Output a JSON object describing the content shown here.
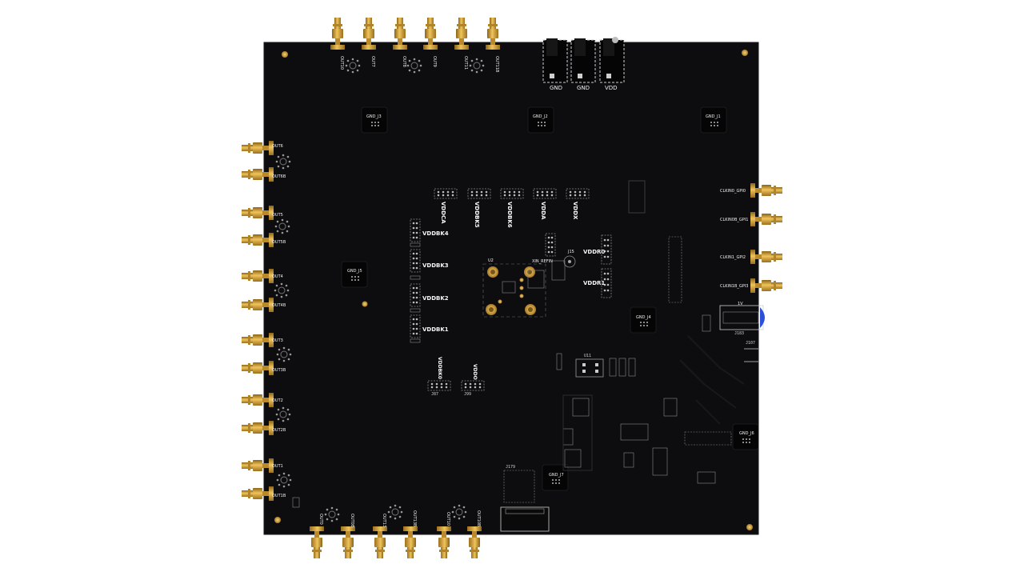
{
  "board": {
    "colors": {
      "pcb": "#0d0d0f",
      "gold": "#c8952e",
      "silk": "#f2f2f2",
      "background": "#ffffff"
    },
    "power_labels": [
      "GND",
      "GND",
      "VDD"
    ],
    "gnd_pads": [
      "GND_J3",
      "GND_J2",
      "GND_J1",
      "GND_J5",
      "GND_J4",
      "GND_J6",
      "GND_J7"
    ],
    "top_outputs": [
      "OUT10",
      "OUT7",
      "OUT8",
      "OUT9",
      "OUT11",
      "OUT11B"
    ],
    "left_outputs": [
      "OUT6",
      "OUT6B",
      "OUT5",
      "OUT5B",
      "OUT4",
      "OUT4B",
      "OUT3",
      "OUT3B",
      "OUT2",
      "OUT2B",
      "OUT1",
      "OUT1B"
    ],
    "bottom_outputs": [
      "OUT0",
      "OUT0B",
      "OUT13",
      "OUT13B",
      "OUT10",
      "OUT10B"
    ],
    "right_inputs": [
      "CLKIN0_GPI0",
      "CLKIN0B_GPI1",
      "CLKIN1_GPI2",
      "CLKIN1B_GPI3"
    ],
    "rail_labels": {
      "vddca": "VDDCA",
      "vddbk5": "VDDBK5",
      "vddbk6": "VDDBK6",
      "vdda": "VDDA",
      "vddx": "VDDX",
      "vddbk4": "VDDBK4",
      "vddbk3": "VDDBK3",
      "vddbk2": "VDDBK2",
      "vddbk1": "VDDBK1",
      "vddr0": "VDDR0",
      "vddr1": "VDDR1",
      "vddbk0": "VDDBK0",
      "vddo": "VDDO"
    },
    "refs": {
      "u2": "U2",
      "xin": "XIN_REFIN",
      "j15": "J15",
      "u11": "U11",
      "j179": "J179",
      "j183": "J183",
      "j107": "J107",
      "j87": "J87",
      "j99": "J99",
      "tv": "1V"
    }
  }
}
